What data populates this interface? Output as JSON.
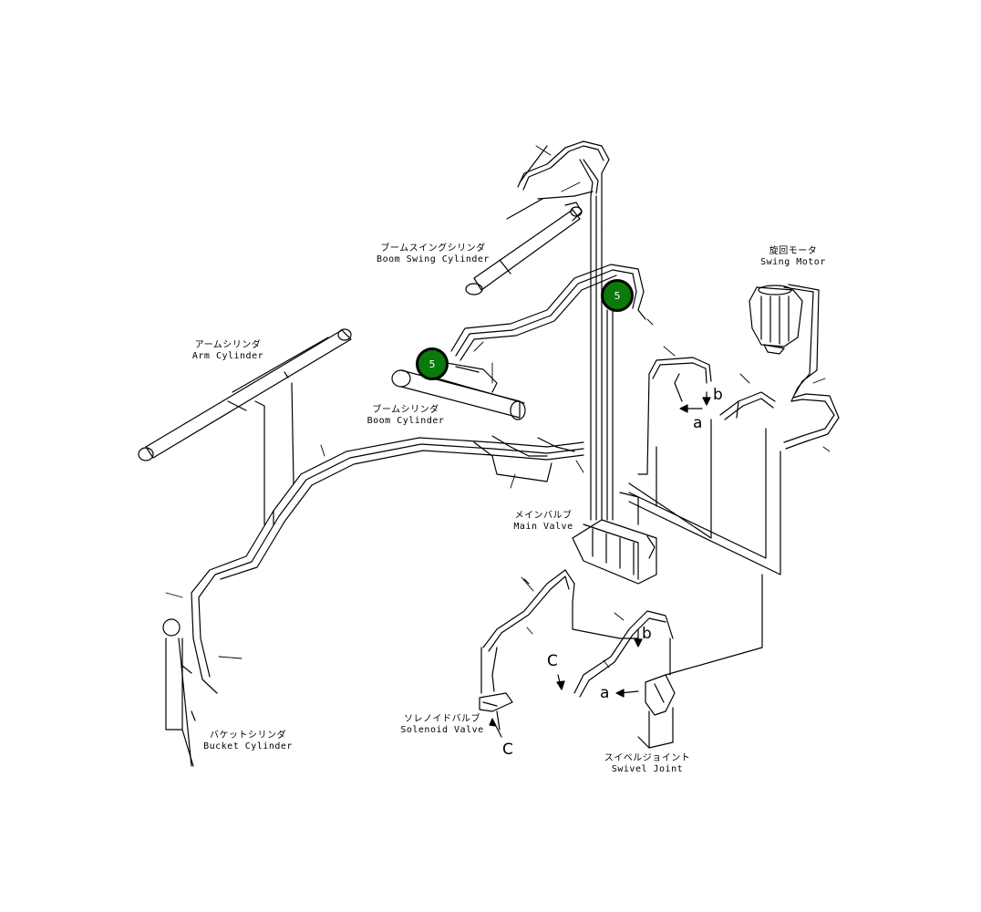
{
  "labels": {
    "boom_swing_cylinder": {
      "jp": "ブームスイングシリンダ",
      "en": "Boom Swing Cylinder"
    },
    "swing_motor": {
      "jp": "旋回モータ",
      "en": "Swing Motor"
    },
    "arm_cylinder": {
      "jp": "アームシリンダ",
      "en": "Arm Cylinder"
    },
    "boom_cylinder": {
      "jp": "ブームシリンダ",
      "en": "Boom Cylinder"
    },
    "main_valve": {
      "jp": "メインバルブ",
      "en": "Main Valve"
    },
    "solenoid_valve": {
      "jp": "ソレノイドバルブ",
      "en": "Solenoid Valve"
    },
    "bucket_cylinder": {
      "jp": "バケットシリンダ",
      "en": "Bucket Cylinder"
    },
    "swivel_joint": {
      "jp": "スイベルジョイント",
      "en": "Swivel Joint"
    }
  },
  "letters": {
    "a1": "a",
    "b1": "b",
    "a2": "a",
    "b2": "b",
    "c1": "C",
    "c2": "C"
  },
  "callouts": [
    {
      "number": "5"
    },
    {
      "number": "5"
    }
  ],
  "colors": {
    "callout_fill": "#0a7a0a",
    "line": "#000000",
    "background": "#ffffff"
  }
}
